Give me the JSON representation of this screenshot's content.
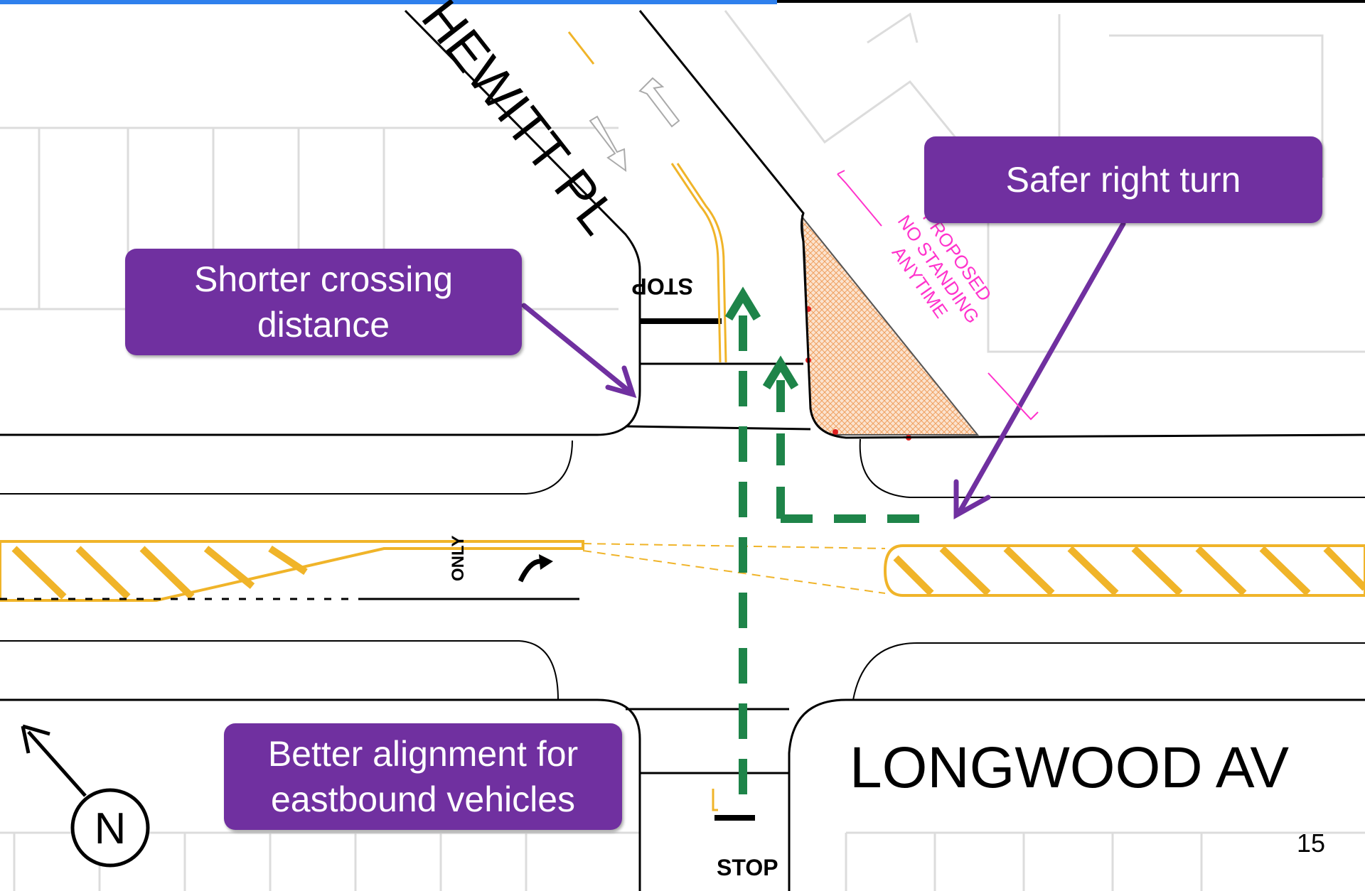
{
  "colors": {
    "callout": "#7030a0",
    "route": "#1e8449",
    "median": "#f0b429",
    "proposed_area": "#f5b07a",
    "proposed_label": "#ff33cc"
  },
  "streets": {
    "hewitt": "HEWITT PL",
    "longwood": "LONGWOOD AV"
  },
  "markings": {
    "stop_north": "STOP",
    "stop_south": "STOP",
    "only": "ONLY"
  },
  "proposed_label": {
    "line1": "PROPOSED",
    "line2": "NO STANDING",
    "line3": "ANYTIME"
  },
  "callouts": {
    "crossing": {
      "line1": "Shorter crossing",
      "line2": "distance"
    },
    "right_turn": {
      "line1": "Safer right turn"
    },
    "alignment": {
      "line1": "Better alignment for",
      "line2": "eastbound vehicles"
    }
  },
  "north_label": "N",
  "slide_number": "15",
  "icons": [
    "north-arrow-icon",
    "turn-arrow-icon",
    "lane-arrow-icon"
  ]
}
